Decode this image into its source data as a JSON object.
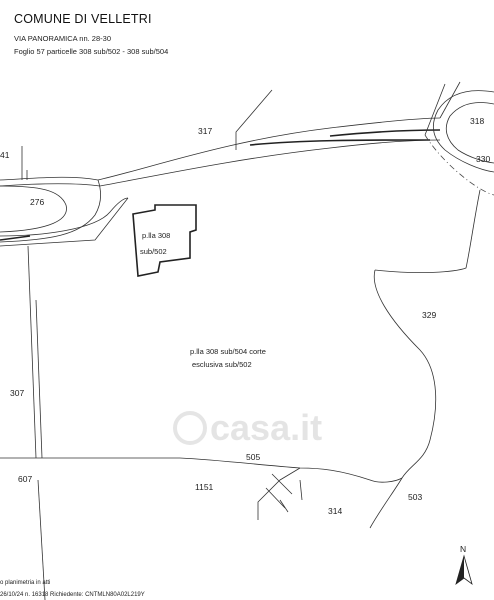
{
  "header": {
    "title": "COMUNE DI VELLETRI",
    "address": "VIA PANORAMICA nn. 28-30",
    "cadastral": "Foglio 57 particelle 308 sub/502 - 308 sub/504"
  },
  "parcels": {
    "p317": "317",
    "p318": "318",
    "p330": "330",
    "p341": "41",
    "p276": "276",
    "p329": "329",
    "p307": "307",
    "p607": "607",
    "p1151": "1151",
    "p505": "505",
    "p314": "314",
    "p503": "503"
  },
  "annotations": {
    "building_line1": "p.lla  308",
    "building_line2": "sub/502",
    "court_line1": "p.lla 308 sub/504 corte",
    "court_line2": "esclusiva sub/502"
  },
  "watermark": "casa.it",
  "compass": {
    "label": "N"
  },
  "footer": {
    "line1": "o planimetria in atti",
    "line2": "26/10/24      n. 16318         Richiedente: CNTMLN80A02L219Y"
  },
  "colors": {
    "ink": "#222222",
    "watermark": "#cfcfcf"
  }
}
